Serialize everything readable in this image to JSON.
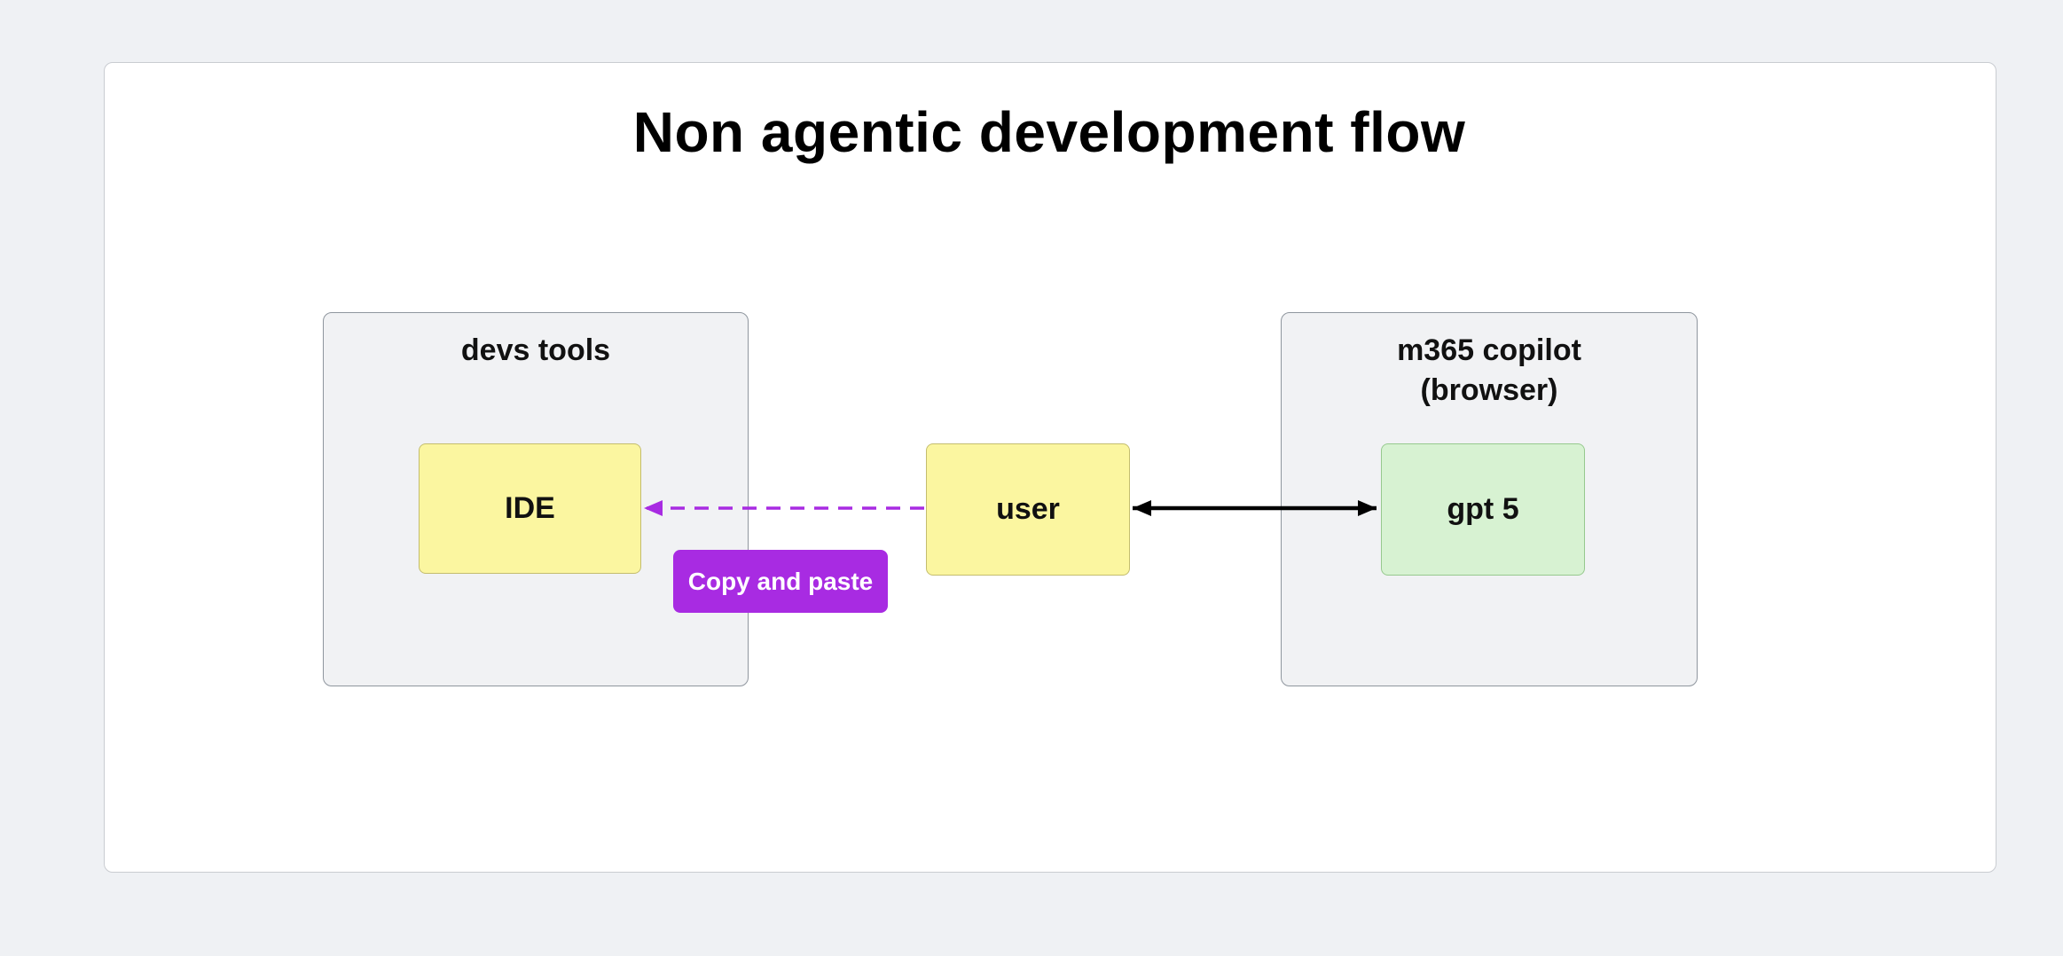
{
  "page": {
    "background_color": "#eff1f4",
    "card_color": "#ffffff"
  },
  "diagram": {
    "title": "Non agentic development flow",
    "groups": [
      {
        "id": "devs-tools",
        "label": "devs tools",
        "fill": "#f1f2f4"
      },
      {
        "id": "m365-copilot-browser",
        "label": "m365 copilot\n(browser)",
        "fill": "#f1f2f4"
      }
    ],
    "nodes": [
      {
        "id": "ide",
        "label": "IDE",
        "fill": "#fbf6a0",
        "group": "devs-tools"
      },
      {
        "id": "user",
        "label": "user",
        "fill": "#fbf6a0",
        "group": null
      },
      {
        "id": "gpt-5",
        "label": "gpt 5",
        "fill": "#d7f2d2",
        "group": "m365-copilot-browser"
      }
    ],
    "edges": [
      {
        "from": "user",
        "to": "ide",
        "label": "Copy and paste",
        "style": "dashed",
        "direction": "one-way",
        "color": "#a82be2"
      },
      {
        "from": "user",
        "to": "gpt-5",
        "label": "",
        "style": "solid",
        "direction": "two-way",
        "color": "#000000"
      }
    ]
  }
}
